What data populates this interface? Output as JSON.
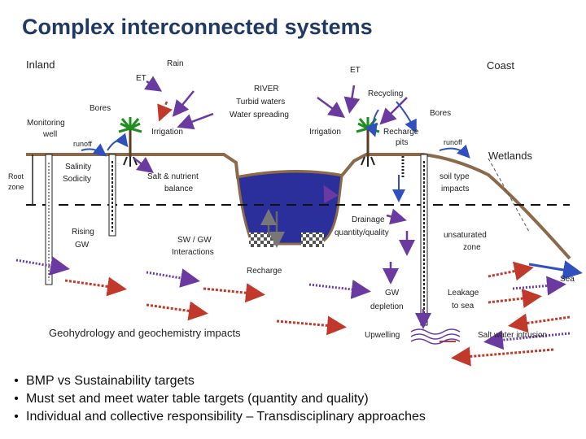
{
  "title": "Complex interconnected systems",
  "labels": {
    "inland": "Inland",
    "coast": "Coast",
    "rain": "Rain",
    "et_left": "ET",
    "et_right": "ET",
    "river": "RIVER",
    "turbid": "Turbid waters",
    "water_spreading": "Water spreading",
    "recycling": "Recycling",
    "bores_left": "Bores",
    "bores_right": "Bores",
    "monitoring_well_1": "Monitoring",
    "monitoring_well_2": "well",
    "runoff_left": "runoff",
    "runoff_right": "runoff",
    "irrigation_left": "Irrigation",
    "irrigation_right": "Irrigation",
    "recharge_pits_1": "Recharge",
    "recharge_pits_2": "pits",
    "wetlands": "Wetlands",
    "root_zone_1": "Root",
    "root_zone_2": "zone",
    "salinity_1": "Salinity",
    "salinity_2": "Sodicity",
    "salt_nutrient_1": "Salt & nutrient",
    "salt_nutrient_2": "balance",
    "soil_type_1": "soil type",
    "soil_type_2": "impacts",
    "drainage_1": "Drainage",
    "drainage_2": "quantity/quality",
    "rising_gw_1": "Rising",
    "rising_gw_2": "GW",
    "sw_gw_1": "SW / GW",
    "sw_gw_2": "Interactions",
    "unsat_1": "unsaturated",
    "unsat_2": "zone",
    "recharge": "Recharge",
    "sea": "Sea",
    "gw_depletion_1": "GW",
    "gw_depletion_2": "depletion",
    "leakage_1": "Leakage",
    "leakage_2": "to sea",
    "geohydrology": "Geohydrology and geochemistry impacts",
    "upwelling": "Upwelling",
    "salt_intrusion": "Salt water intrusion"
  },
  "bullets": [
    "BMP vs Sustainability targets",
    "Must set and meet water table targets (quantity and quality)",
    "Individual and collective responsibility – Transdisciplinary approaches"
  ],
  "colors": {
    "title": "#1f3864",
    "ground": "#8b6a4a",
    "water": "#2b2f9c",
    "arrow_purple": "#6a3aa0",
    "arrow_red": "#c0392b",
    "flow_blue": "#3050c0",
    "tree_green": "#1e8f1e",
    "gray_arrow": "#777777"
  },
  "icons": [
    "palm-tree-icon",
    "bore-pipe-icon",
    "bullet-dot-icon"
  ]
}
